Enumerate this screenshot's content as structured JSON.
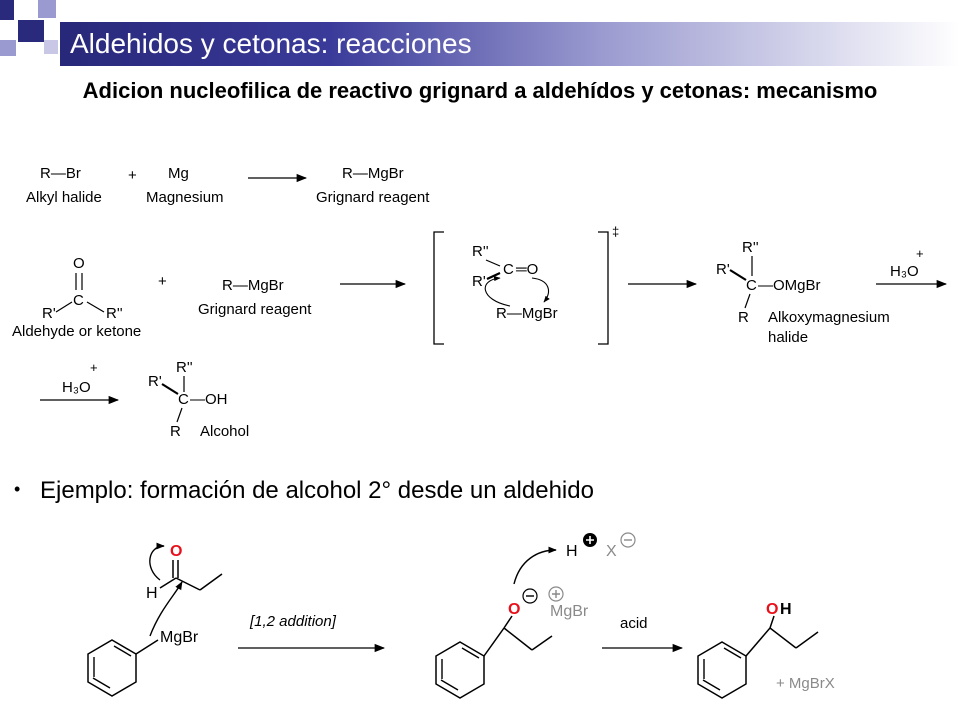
{
  "slide": {
    "title": "Aldehidos y cetonas: reacciones",
    "heading": "Adicion nucleofilica de reactivo grignard a aldehídos y cetonas: mecanismo",
    "bullet": "Ejemplo: formación de alcohol 2° desde un aldehido"
  },
  "scheme1": {
    "r_br": "R—Br",
    "alkyl_halide": "Alkyl halide",
    "plus": "+",
    "mg": "Mg",
    "magnesium": "Magnesium",
    "r_mgbr": "R—MgBr",
    "grignard": "Grignard reagent"
  },
  "scheme2": {
    "o": "O",
    "c": "C",
    "r_prime": "R'",
    "r_dprime": "R''",
    "aldehyde_or_ketone": "Aldehyde or ketone",
    "plus": "+",
    "r_mgbr": "R—MgBr",
    "grignard": "Grignard reagent",
    "ts_r_dprime": "R''",
    "ts_r_prime": "R'",
    "ts_c": "C",
    "ts_eq_o": "═O",
    "ts_r_mgbr": "R—MgBr",
    "double_dagger": "‡",
    "alk_r_dprime": "R''",
    "alk_r_prime": "R'",
    "alk_c": "C",
    "alk_omgbr": "—OMgBr",
    "alk_r": "R",
    "alkoxy_line1": "Alkoxymagnesium",
    "alkoxy_line2": "halide",
    "h3o": "H₃O",
    "h3o_charge": "+"
  },
  "scheme3": {
    "h3o": "H₃O",
    "h3o_charge": "+",
    "r_dprime": "R''",
    "r_prime": "R'",
    "c": "C",
    "oh": "—OH",
    "r": "R",
    "alcohol": "Alcohol"
  },
  "example": {
    "o": "O",
    "h": "H",
    "mgbr": "MgBr",
    "addition": "[1,2 addition]",
    "h_plus": "H",
    "x_minus": "X",
    "o_minus": "O",
    "mgbr_cation": "MgBr",
    "acid": "acid",
    "oh_o": "O",
    "oh_h": "H",
    "byproduct": "+ MgBrX",
    "red": "#e8101a",
    "gray": "#8a8a8a"
  }
}
